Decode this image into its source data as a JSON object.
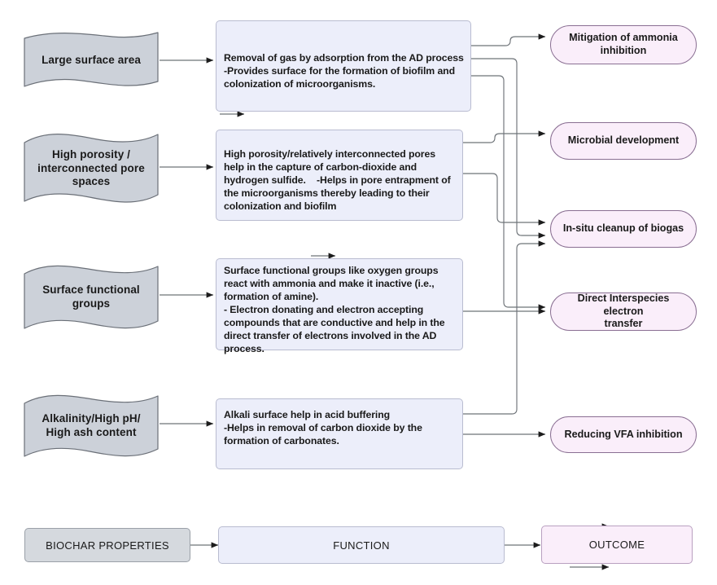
{
  "diagram": {
    "title": "Biochar properties to function to outcome flow chart",
    "colors": {
      "property_fill": "#ccd1d9",
      "property_stroke": "#6b7078",
      "function_fill": "#eceefa",
      "function_stroke": "#b9bcd0",
      "outcome_fill": "#faeefa",
      "outcome_stroke": "#8a6f93",
      "connector": "#6e7378",
      "legend_grey_fill": "#d5d9de",
      "legend_pink_fill": "#faeefa"
    }
  },
  "properties": [
    {
      "id": "large-surface-area",
      "label": "Large surface area"
    },
    {
      "id": "high-porosity",
      "label": "High porosity /\ninterconnected pore\nspaces"
    },
    {
      "id": "surface-functional-groups",
      "label": "Surface functional\ngroups"
    },
    {
      "id": "alkalinity",
      "label": "Alkalinity/High pH/\nHigh ash content"
    }
  ],
  "functions": [
    {
      "id": "function-adsorption",
      "text": "Removal of gas by adsorption from the AD process\n-Provides surface for the formation of biofilm and\ncolonization of microorganisms."
    },
    {
      "id": "function-porosity",
      "text": "High porosity/relatively interconnected pores\nhelp in the capture of carbon-dioxide and\nhydrogen sulfide.    -Helps in pore entrapment of\nthe microorganisms thereby leading to their\ncolonization and biofilm"
    },
    {
      "id": "function-surface-groups",
      "text": "Surface functional groups like oxygen groups\nreact with ammonia and make it inactive (i.e.,\nformation of amine).\n- Electron donating and electron accepting\ncompounds that are conductive and help in the\ndirect transfer of electrons involved in the AD\nprocess."
    },
    {
      "id": "function-alkalinity",
      "text": "Alkali surface help in acid buffering\n-Helps in removal of carbon dioxide by the\nformation of carbonates."
    }
  ],
  "outcomes": [
    {
      "id": "mitigation-ammonia",
      "label": "Mitigation of ammonia\ninhibition"
    },
    {
      "id": "microbial-development",
      "label": "Microbial development"
    },
    {
      "id": "insitu-cleanup-biogas",
      "label": "In-situ cleanup of biogas"
    },
    {
      "id": "direct-interspecies-electron-transfer",
      "label": "Direct Interspecies electron\ntransfer"
    },
    {
      "id": "reducing-vfa-inhibition",
      "label": "Reducing VFA inhibition"
    }
  ],
  "legend": {
    "properties_label": "BIOCHAR PROPERTIES",
    "function_label": "FUNCTION",
    "outcome_label": "OUTCOME"
  },
  "chart_data": {
    "type": "diagram",
    "layout": "three-column flow chart: properties -> functions -> outcomes",
    "edges": [
      {
        "from": "large-surface-area",
        "to": "function-adsorption"
      },
      {
        "from": "high-porosity",
        "to": "function-porosity"
      },
      {
        "from": "surface-functional-groups",
        "to": "function-surface-groups"
      },
      {
        "from": "alkalinity",
        "to": "function-alkalinity"
      },
      {
        "from": "function-adsorption",
        "to": "mitigation-ammonia"
      },
      {
        "from": "function-adsorption",
        "to": "insitu-cleanup-biogas"
      },
      {
        "from": "function-adsorption",
        "to": "direct-interspecies-electron-transfer"
      },
      {
        "from": "function-porosity",
        "to": "microbial-development"
      },
      {
        "from": "function-porosity",
        "to": "insitu-cleanup-biogas"
      },
      {
        "from": "function-surface-groups",
        "to": "direct-interspecies-electron-transfer"
      },
      {
        "from": "function-alkalinity",
        "to": "insitu-cleanup-biogas"
      },
      {
        "from": "function-alkalinity",
        "to": "reducing-vfa-inhibition"
      }
    ]
  }
}
